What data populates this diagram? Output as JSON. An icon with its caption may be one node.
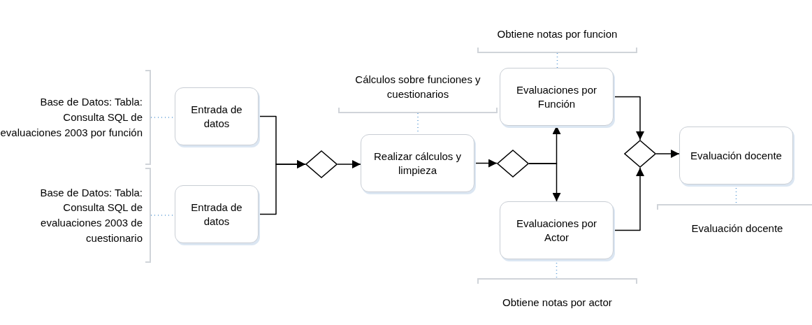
{
  "diagram": {
    "nodes": [
      {
        "text": [
          "Base de Datos: Tabla: Consulta SQL de evaluaciones 2003 por función"
        ]
      },
      {
        "text": [
          "Entrada de datos"
        ]
      },
      {
        "text": [
          "Base de Datos: Tabla: Consulta SQL de evaluaciones 2003 de cuestionario"
        ]
      },
      {
        "text": [
          "Entrada de datos"
        ]
      },
      {
        "text": [],
        "shape": "diamond"
      },
      {
        "text": [
          "Cálculos sobre funciones y cuestionarios"
        ]
      },
      {
        "text": [
          "Realizar cálculos y limpieza"
        ]
      },
      {
        "text": [],
        "shape": "diamond"
      },
      {
        "text": [
          "Obtiene notas por funcion"
        ]
      },
      {
        "text": [
          "Evaluaciones por Función"
        ]
      },
      {
        "text": [
          "Evaluaciones por Actor"
        ]
      },
      {
        "text": [
          "Obtiene notas por actor"
        ]
      },
      {
        "text": [],
        "shape": "diamond"
      },
      {
        "text": [
          "Evaluación docente"
        ]
      },
      {
        "text": [
          "Evaluación docente"
        ]
      }
    ],
    "edges": [
      {
        "from": 0,
        "to": 1,
        "arrow": "none",
        "style": "dashed",
        "color": "#5b9bd5"
      },
      {
        "from": 2,
        "to": 3,
        "arrow": "none",
        "style": "dashed",
        "color": "#5b9bd5"
      },
      {
        "from": 1,
        "to": 4,
        "arrow": "to"
      },
      {
        "from": 3,
        "to": 4,
        "arrow": "to"
      },
      {
        "from": 4,
        "to": 6,
        "arrow": "to"
      },
      {
        "from": 5,
        "to": 6,
        "arrow": "none",
        "style": "dashed",
        "color": "#5b9bd5"
      },
      {
        "from": 6,
        "to": 7,
        "arrow": "to"
      },
      {
        "from": 7,
        "to": 9,
        "arrow": "to"
      },
      {
        "from": 7,
        "to": 10,
        "arrow": "to"
      },
      {
        "from": 8,
        "to": 9,
        "arrow": "none",
        "style": "dashed",
        "color": "#5b9bd5"
      },
      {
        "from": 10,
        "to": 11,
        "arrow": "none",
        "style": "dashed",
        "color": "#5b9bd5"
      },
      {
        "from": 9,
        "to": 12,
        "arrow": "to"
      },
      {
        "from": 10,
        "to": 12,
        "arrow": "to"
      },
      {
        "from": 12,
        "to": 13,
        "arrow": "to"
      },
      {
        "from": 13,
        "to": 14,
        "arrow": "none",
        "style": "dashed",
        "color": "#5b9bd5"
      }
    ]
  }
}
